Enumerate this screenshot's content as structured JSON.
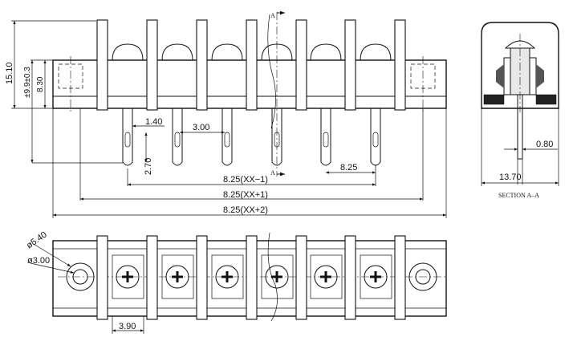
{
  "front_view": {
    "section_marker_top": "A",
    "section_marker_bottom": "A",
    "dims": {
      "overall_height": "15.10",
      "body_height": "±9.9±0.3",
      "shoulder_height": "8.30",
      "tab_width": "1.40",
      "tab_gap": "3.00",
      "tab_slot": "2.70",
      "pitch": "8.25",
      "span_minus": "8.25(XX−1)",
      "span_plus": "8.25(XX+1)",
      "span_plus2": "8.25(XX+2)"
    }
  },
  "section_view": {
    "dims": {
      "pin_thickness": "0.80",
      "depth": "13.70"
    },
    "caption": "SECTION A–A"
  },
  "top_view": {
    "dims": {
      "hole_outer": "ø5.40",
      "hole_inner": "ø3.00",
      "barrier_width": "3.90"
    }
  }
}
